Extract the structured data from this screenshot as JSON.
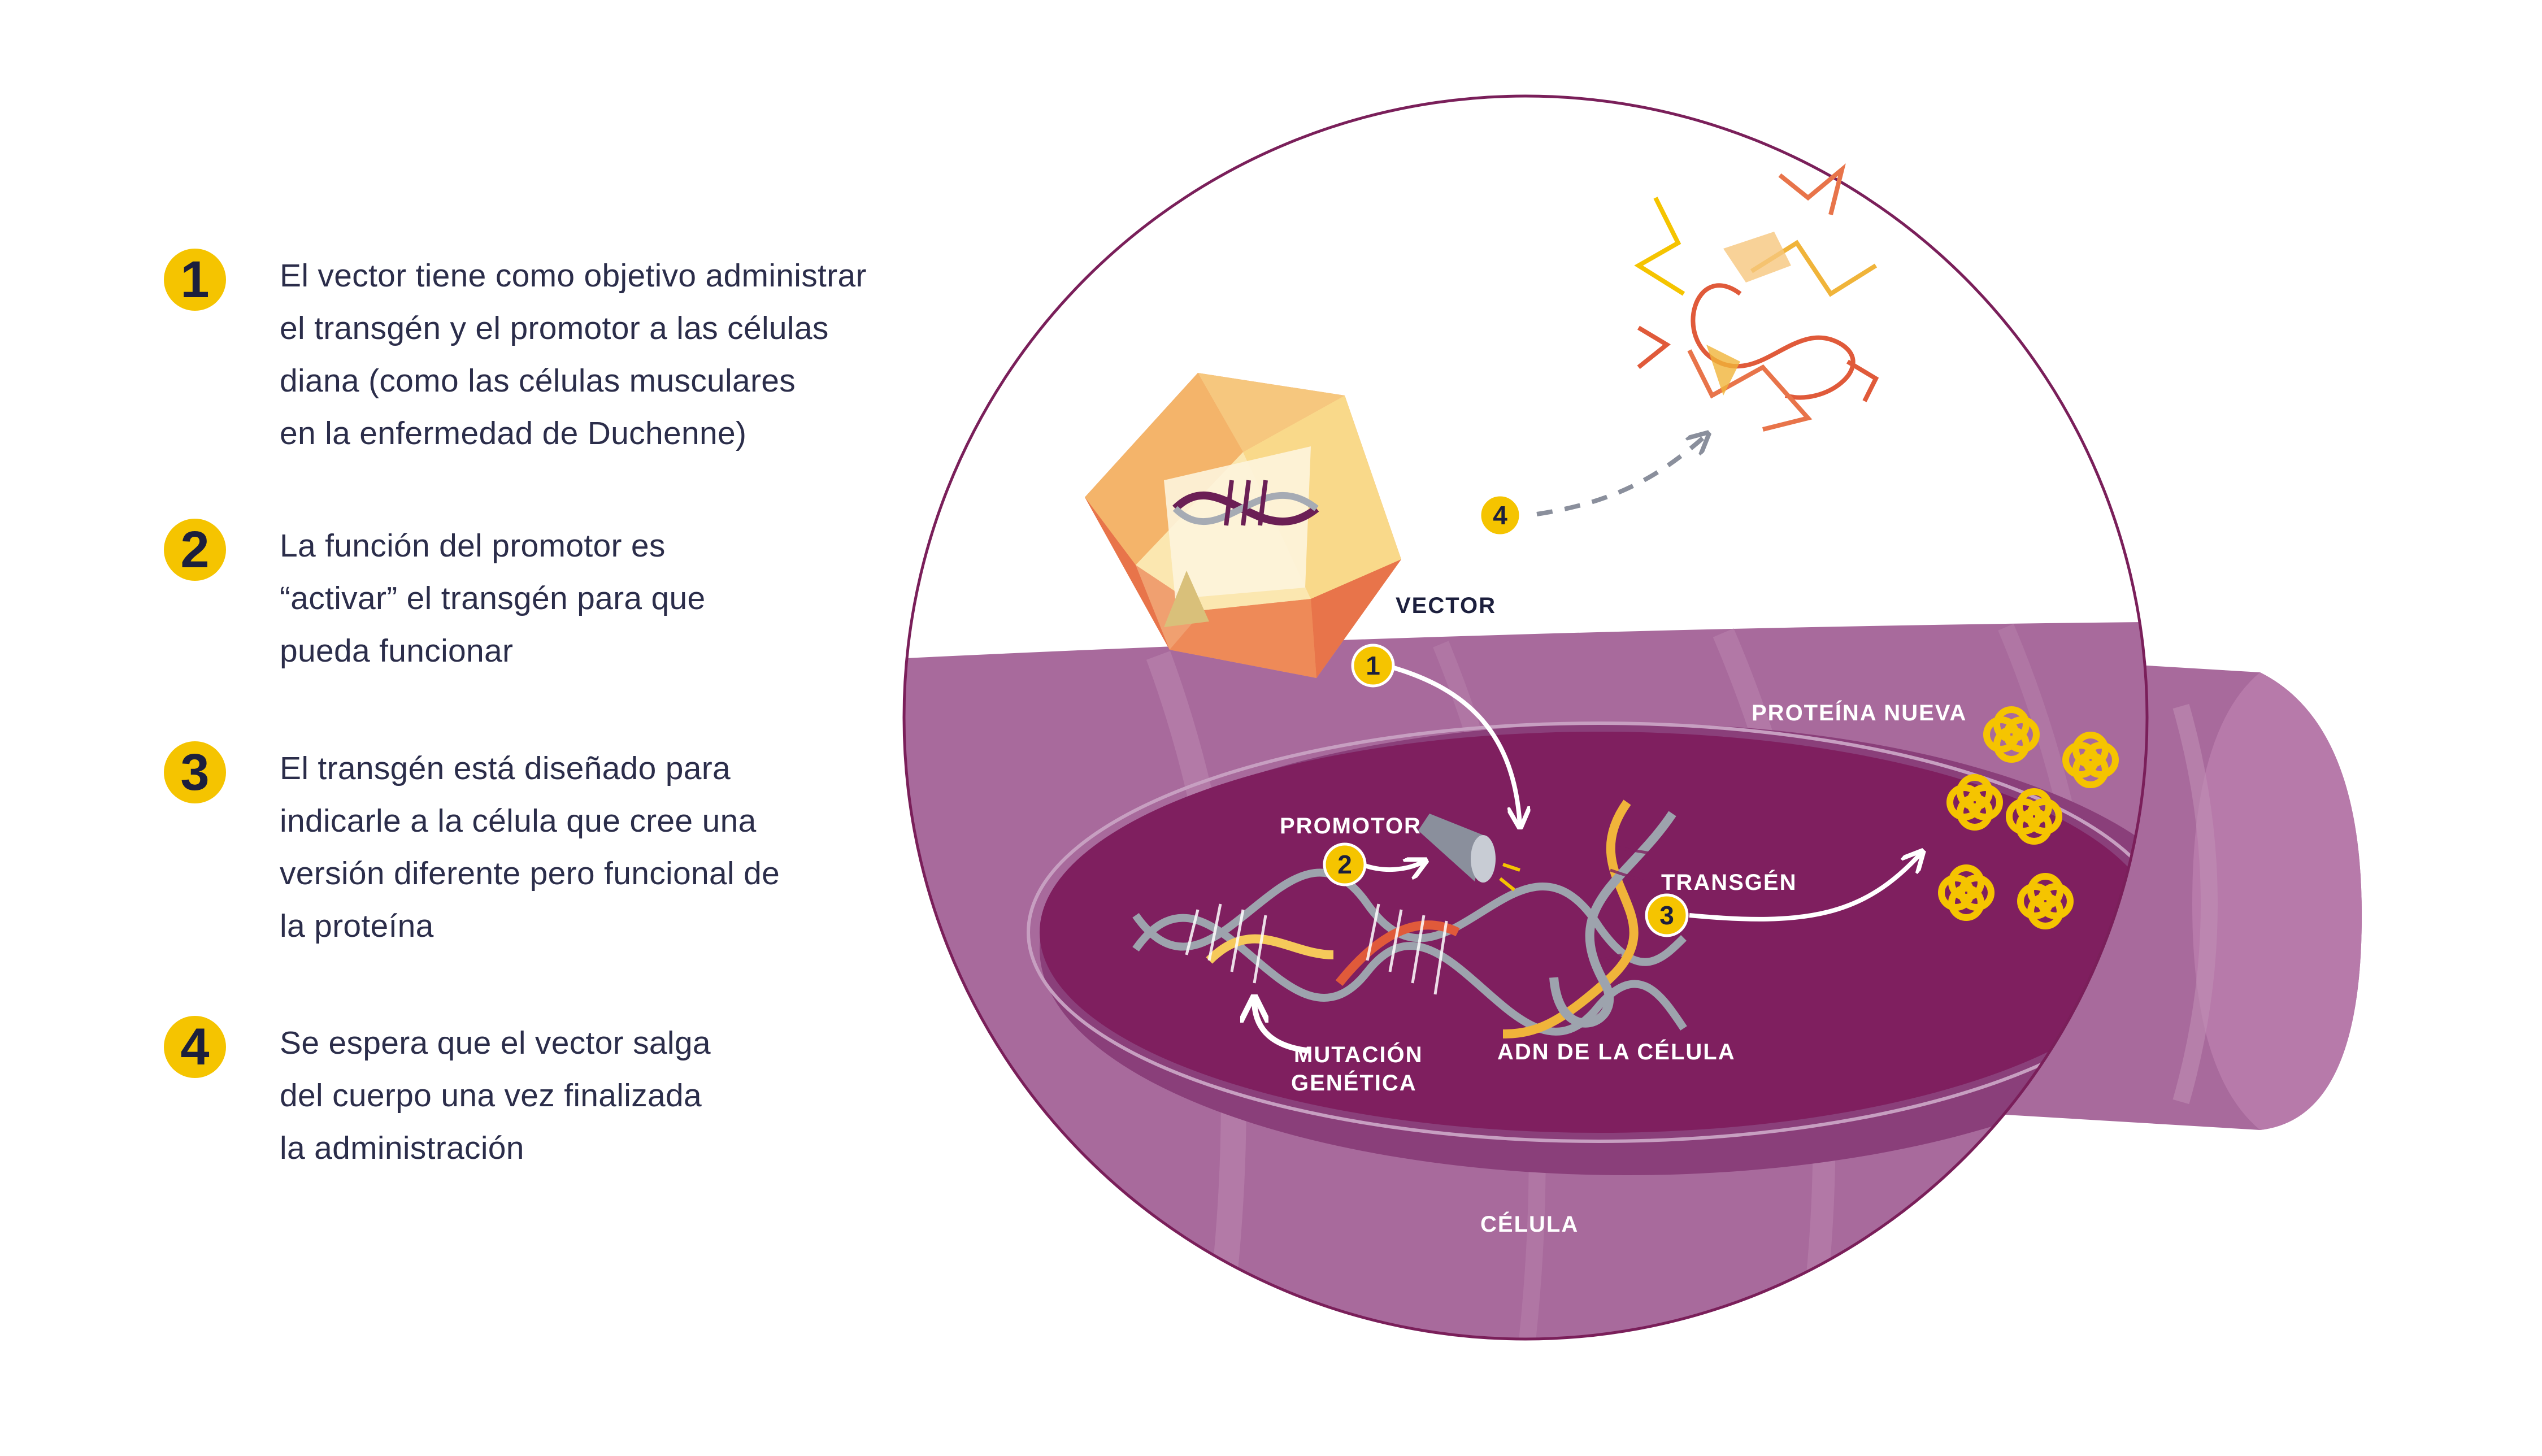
{
  "steps": [
    {
      "number": "1",
      "lines": [
        "El vector tiene como objetivo administrar",
        "el transgén y el promotor a las células",
        "diana (como las células musculares",
        "en la enfermedad de Duchenne)"
      ]
    },
    {
      "number": "2",
      "lines": [
        "La función del promotor es",
        "“activar” el transgén para que",
        "pueda funcionar"
      ]
    },
    {
      "number": "3",
      "lines": [
        "El transgén está diseñado para",
        "indicarle a la célula que cree una",
        "versión diferente pero funcional de",
        "la proteína"
      ]
    },
    {
      "number": "4",
      "lines": [
        "Se espera que el vector salga",
        "del cuerpo una vez finalizada",
        "la administración"
      ]
    }
  ],
  "diagram": {
    "labels": {
      "vector": "VECTOR",
      "new_protein": "PROTEÍNA NUEVA",
      "promoter": "PROMOTOR",
      "transgene": "TRANSGÉN",
      "mutation_line1": "MUTACIÓN",
      "mutation_line2": "GENÉTICA",
      "cell_dna": "ADN DE LA CÉLULA",
      "cell": "CÉLULA"
    },
    "markers": [
      "1",
      "2",
      "3",
      "4"
    ],
    "colors": {
      "accent_yellow": "#f5c400",
      "text_dark": "#2b2d4a",
      "cell_purple": "#a86a9c",
      "nucleus_purple": "#7f1f5f",
      "circle_border": "#7a1f5a",
      "vector_orange": "#f0a070",
      "dna_orange": "#e05a3a"
    }
  }
}
